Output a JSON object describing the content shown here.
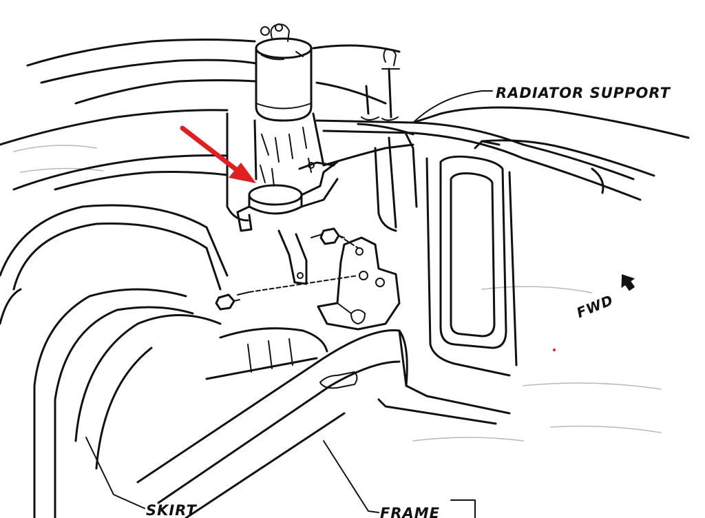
{
  "labels": {
    "radiator_support": "RADIATOR SUPPORT",
    "fwd": "FWD",
    "skirt": "SKIRT",
    "frame": "FRAME"
  },
  "colors": {
    "ink": "#111111",
    "arrow": "#e02020",
    "faded": "#b8b8b8"
  },
  "icons": {
    "forward_arrow": "fwd-arrow-icon",
    "callout_arrow": "red-callout-arrow"
  }
}
